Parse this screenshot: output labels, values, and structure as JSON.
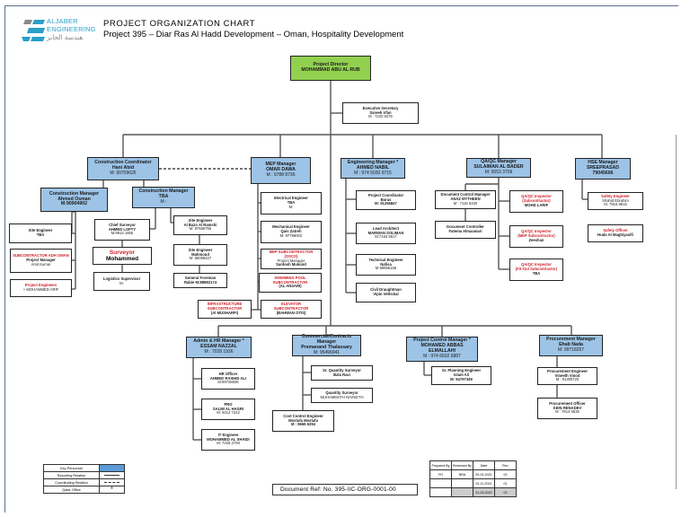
{
  "header": {
    "logo_name": "ALJABER ENGINEERING",
    "logo_line1": "ALJABER",
    "logo_line2": "ENGINEERING",
    "logo_arabic": "هندسة الجابر",
    "title": "PROJECT ORGANIZATION CHART",
    "subtitle": "Project 395 – Diar Ras Al Hadd Development – Oman, Hospitality Development"
  },
  "colors": {
    "key_personnel": "#9dc3e6",
    "director": "#92d050",
    "subcontractor_text": "#d0202a"
  },
  "boxes": [
    {
      "id": "director",
      "kind": "dir",
      "lines": [
        [
          "t",
          "Project Director"
        ],
        [
          "t",
          "MOHAMMAD ABU AL RUB"
        ]
      ]
    },
    {
      "id": "exec-secretary",
      "lines": [
        [
          "t",
          "Executive Secretary"
        ],
        [
          "t",
          "Sareeh Irfan"
        ],
        [
          "n",
          "M : 7220 6476"
        ]
      ]
    },
    {
      "id": "construction-coordinator",
      "kind": "key",
      "lines": [
        [
          "t",
          "Construction Coordinator"
        ],
        [
          "t",
          "Hani Abid"
        ],
        [
          "n",
          "M: 90709626"
        ]
      ]
    },
    {
      "id": "construction-manager-1",
      "kind": "key",
      "lines": [
        [
          "t",
          "Construction Manager"
        ],
        [
          "t",
          "Ahmed Osman"
        ],
        [
          "t",
          "M:90904902"
        ]
      ]
    },
    {
      "id": "construction-manager-2",
      "kind": "key",
      "lines": [
        [
          "t",
          "Construction Manager"
        ],
        [
          "t",
          "TBA"
        ],
        [
          "n",
          "M :"
        ]
      ]
    },
    {
      "id": "site-engineer-tba",
      "lines": [
        [
          "t",
          "Site Engineer"
        ],
        [
          "t",
          "TBA"
        ]
      ]
    },
    {
      "id": "subcontractor-adh",
      "lines": [
        [
          "r",
          "SUBCONTRACTOR ADH OMAN"
        ],
        [
          "t",
          "Project Manager"
        ],
        [
          "n",
          "Amit Kumar"
        ]
      ]
    },
    {
      "id": "project-engineers",
      "lines": [
        [
          "r",
          "Project Engineers"
        ],
        [
          "n",
          "+ MOHAMMED ARIF"
        ]
      ]
    },
    {
      "id": "chief-surveyor",
      "lines": [
        [
          "t",
          "Chief Surveyor"
        ],
        [
          "t",
          "AHMED LOFTY"
        ],
        [
          "n",
          "M:9914 1856"
        ]
      ]
    },
    {
      "id": "surveyor",
      "lines": [
        [
          "bigr",
          "Surveyor"
        ],
        [
          "big",
          "Mohammed"
        ]
      ]
    },
    {
      "id": "logistics-supervisor",
      "lines": [
        [
          "t",
          "Logistics Supervisor"
        ],
        [
          "n",
          "M:"
        ]
      ]
    },
    {
      "id": "site-engineer-albazo",
      "lines": [
        [
          "t",
          "Site Engineer"
        ],
        [
          "t",
          "Al Bazo Al Ramshi"
        ],
        [
          "n",
          "M: 97566755"
        ]
      ]
    },
    {
      "id": "site-engineer-mahmoud",
      "lines": [
        [
          "t",
          "Site Engineer"
        ],
        [
          "t",
          "Mahmoud"
        ],
        [
          "n",
          "M: 95008427"
        ]
      ]
    },
    {
      "id": "general-foreman",
      "lines": [
        [
          "t",
          "General Foreman"
        ],
        [
          "t",
          "Rabie M:88982174"
        ]
      ]
    },
    {
      "id": "mep-manager",
      "kind": "key",
      "lines": [
        [
          "t",
          "MEP Manager"
        ],
        [
          "t",
          "OMAR DAWA"
        ],
        [
          "n",
          "M : 9788 8736"
        ]
      ]
    },
    {
      "id": "electrical-engineer",
      "lines": [
        [
          "t",
          "Electrical Engineer"
        ],
        [
          "t",
          "TBA"
        ],
        [
          "n",
          "M:"
        ]
      ]
    },
    {
      "id": "mechanical-engineer",
      "lines": [
        [
          "t",
          "Mechanical Engineer"
        ],
        [
          "t",
          "Qais Zatreh"
        ],
        [
          "n",
          "M: 97758002"
        ]
      ]
    },
    {
      "id": "mep-subcontractor",
      "lines": [
        [
          "r",
          "MEP SUBCONTRACTOR"
        ],
        [
          "r",
          "(OSCO)"
        ],
        [
          "n",
          "Project Manager"
        ],
        [
          "t",
          "Santosh Mukund"
        ]
      ]
    },
    {
      "id": "swimming-pool-subcontractor",
      "lines": [
        [
          "r",
          "SWIMMING POOL"
        ],
        [
          "r",
          "SUBCONTRACTOR"
        ],
        [
          "t",
          "(AL ANSARI)"
        ]
      ]
    },
    {
      "id": "infrastructure-subcontractor",
      "lines": [
        [
          "r",
          "INFRASTRUCTURE"
        ],
        [
          "r",
          "SUBCONTRACTOR"
        ],
        [
          "t",
          "(Al MUSHARFI)"
        ]
      ]
    },
    {
      "id": "elevator-subcontractor",
      "lines": [
        [
          "r",
          "ELEVATOR"
        ],
        [
          "r",
          "SUBCONTRACTOR"
        ],
        [
          "t",
          "(BAHWAN OTIS)"
        ]
      ]
    },
    {
      "id": "engineering-manager",
      "kind": "key",
      "lines": [
        [
          "t",
          "Engineering Manager *"
        ],
        [
          "t",
          "AHMED NABIL"
        ],
        [
          "n",
          "M : 974 5030 9715"
        ]
      ]
    },
    {
      "id": "project-coordinator",
      "lines": [
        [
          "t",
          "Project Coordinator"
        ],
        [
          "t",
          "Boras"
        ],
        [
          "t",
          "M: 91256847"
        ]
      ]
    },
    {
      "id": "lead-architect",
      "lines": [
        [
          "t",
          "Lead Architect"
        ],
        [
          "t",
          "MARWAN SOLIMAN"
        ],
        [
          "n",
          "M:7153 8617"
        ]
      ]
    },
    {
      "id": "technical-engineer",
      "lines": [
        [
          "t",
          "Technical Engineer"
        ],
        [
          "t",
          "Nafisa"
        ],
        [
          "n",
          "M 99956166"
        ]
      ]
    },
    {
      "id": "civil-draughtsman",
      "lines": [
        [
          "t",
          "Civil Draughtman"
        ],
        [
          "t",
          "Vipin Vettickal"
        ]
      ]
    },
    {
      "id": "qaqc-manager",
      "kind": "key",
      "lines": [
        [
          "t",
          "QA/QC Manager"
        ],
        [
          "t",
          "SULAIMAN AL BADER"
        ],
        [
          "n",
          "M: 9553 3709"
        ]
      ]
    },
    {
      "id": "document-control-manager",
      "lines": [
        [
          "t",
          "Document Control Manager"
        ],
        [
          "t",
          "ANAZ MYTHEEN"
        ],
        [
          "n",
          "M : 7116 5320"
        ]
      ]
    },
    {
      "id": "document-controller",
      "lines": [
        [
          "t",
          "Document Controller"
        ],
        [
          "t",
          "Fatema Almaamari"
        ]
      ]
    },
    {
      "id": "qaqc-inspector-sub",
      "lines": [
        [
          "r",
          "QA/QC Inspector"
        ],
        [
          "r",
          "(Subcontractor)"
        ],
        [
          "t",
          "MOHD LARIF"
        ]
      ]
    },
    {
      "id": "qaqc-inspector-mep",
      "lines": [
        [
          "r",
          "QA/QC Inspector"
        ],
        [
          "r",
          "(MEP Subcontractor)"
        ],
        [
          "t",
          "Zeeshan"
        ]
      ]
    },
    {
      "id": "qaqc-inspector-fitout",
      "lines": [
        [
          "r",
          "QA/QC Inspector"
        ],
        [
          "r",
          "(Fit-Out Subcontractor)"
        ],
        [
          "t",
          "TBA"
        ]
      ]
    },
    {
      "id": "hse-manager",
      "kind": "key",
      "lines": [
        [
          "t",
          "HSE Manager"
        ],
        [
          "t",
          "SREEPRASAD"
        ],
        [
          "t",
          "79045606"
        ]
      ]
    },
    {
      "id": "safety-engineer",
      "lines": [
        [
          "r",
          "Safety Engineer"
        ],
        [
          "n",
          "Shahid Ebrahim"
        ],
        [
          "n",
          "M: 7916 8915"
        ]
      ]
    },
    {
      "id": "safety-officer",
      "lines": [
        [
          "r",
          "Safety Officer"
        ],
        [
          "t",
          "Huda Al Maghiyasifi"
        ]
      ]
    },
    {
      "id": "admin-hr-manager",
      "kind": "key",
      "lines": [
        [
          "t",
          "Admin & HR Manager *"
        ],
        [
          "t",
          "ESSAM NAZZAL"
        ],
        [
          "n",
          "M : 7028 1936"
        ]
      ]
    },
    {
      "id": "hr-officer",
      "lines": [
        [
          "t",
          "HR Officer"
        ],
        [
          "t",
          "AHMED RASHID ALI"
        ],
        [
          "n",
          "M:99728835"
        ]
      ]
    },
    {
      "id": "pro",
      "lines": [
        [
          "t",
          "PRO"
        ],
        [
          "t",
          "SALIM AL HAGRI"
        ],
        [
          "n",
          "M: 9212 7222"
        ]
      ]
    },
    {
      "id": "it-engineer",
      "lines": [
        [
          "t",
          "IT Engineer"
        ],
        [
          "t",
          "MOHAMMED AL SHAIDI"
        ],
        [
          "n",
          "M: 7228 2708"
        ]
      ]
    },
    {
      "id": "commercial-manager",
      "kind": "key",
      "lines": [
        [
          "t",
          "Commercial/Contracts Manager"
        ],
        [
          "t",
          "Premanand Thalassary"
        ],
        [
          "n",
          "M: 95496941"
        ]
      ]
    },
    {
      "id": "sr-quantity-surveyor",
      "lines": [
        [
          "t",
          "Sr. Quantity Surveyor"
        ],
        [
          "t",
          "Bala Ravi"
        ]
      ]
    },
    {
      "id": "quantity-surveyor",
      "lines": [
        [
          "t",
          "Quantity Surveyor"
        ],
        [
          "n",
          "MUHAMMATH NAVEETH"
        ]
      ]
    },
    {
      "id": "cost-control-engineer",
      "lines": [
        [
          "t",
          "Cost Control Engineer"
        ],
        [
          "t",
          "Mostafa Mostafa"
        ],
        [
          "t",
          "M : 9669 6294"
        ]
      ]
    },
    {
      "id": "project-control-manager",
      "kind": "key",
      "lines": [
        [
          "t",
          "Project Control Manager *"
        ],
        [
          "t",
          "MOHAMED ABBAS"
        ],
        [
          "t",
          "ELMALLAHI"
        ],
        [
          "n",
          "M : 974 6602 6887"
        ]
      ]
    },
    {
      "id": "sr-planning-engineer",
      "lines": [
        [
          "t",
          "Sr. Planning Engineer"
        ],
        [
          "t",
          "Islam Ali"
        ],
        [
          "t",
          "M: 94797349"
        ]
      ]
    },
    {
      "id": "procurement-manager",
      "kind": "key",
      "lines": [
        [
          "t",
          "Procurement Manager"
        ],
        [
          "t",
          "Ehab Nada"
        ],
        [
          "n",
          "M: 99718257"
        ]
      ]
    },
    {
      "id": "procurement-engineer",
      "lines": [
        [
          "t",
          "Procurement Engineer"
        ],
        [
          "t",
          "Vineeth Vinod"
        ],
        [
          "n",
          "M : 91306720"
        ]
      ]
    },
    {
      "id": "procurement-officer",
      "lines": [
        [
          "t",
          "Procurement Officer"
        ],
        [
          "t",
          "KEIN RENADEV"
        ],
        [
          "n",
          "M : 7814 0535"
        ]
      ]
    }
  ],
  "legend": {
    "key_personnel": "Key Personnel",
    "reporting_relation": "Reporting Relation",
    "coordinating_relation": "Coordinating Relation",
    "qatar_office": "Qatar Office",
    "qatar_mark": "*"
  },
  "revision": {
    "headers": [
      "Prepared By",
      "Reviewed By",
      "Date",
      "Rev"
    ],
    "rows": [
      [
        "FH",
        "NRA",
        "29-02-2021",
        "00"
      ],
      [
        "",
        "",
        "01-11-2021",
        "01"
      ],
      [
        "",
        "",
        "01-03-2022",
        "02"
      ]
    ]
  },
  "document_ref": "Document Ref: No. 395-IIC-ORG-0001-00"
}
